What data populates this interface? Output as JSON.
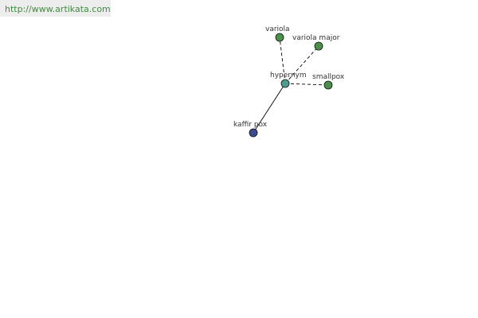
{
  "site": {
    "url_text": "http://www.artikata.com"
  },
  "graph": {
    "nodes": [
      {
        "id": "hypernym",
        "label": "hypernym",
        "color": "#4e9c90"
      },
      {
        "id": "variola",
        "label": "variola",
        "color": "#4a8f4a"
      },
      {
        "id": "variola-major",
        "label": "variola major",
        "color": "#4a8f4a"
      },
      {
        "id": "smallpox",
        "label": "smallpox",
        "color": "#4a8f4a"
      },
      {
        "id": "kaffir-pox",
        "label": "kaffir pox",
        "color": "#3b4a8f"
      }
    ],
    "edges": [
      {
        "from": "hypernym",
        "to": "kaffir-pox",
        "style": "solid"
      },
      {
        "from": "hypernym",
        "to": "variola",
        "style": "dashed"
      },
      {
        "from": "hypernym",
        "to": "variola-major",
        "style": "dashed"
      },
      {
        "from": "hypernym",
        "to": "smallpox",
        "style": "dashed"
      }
    ]
  }
}
